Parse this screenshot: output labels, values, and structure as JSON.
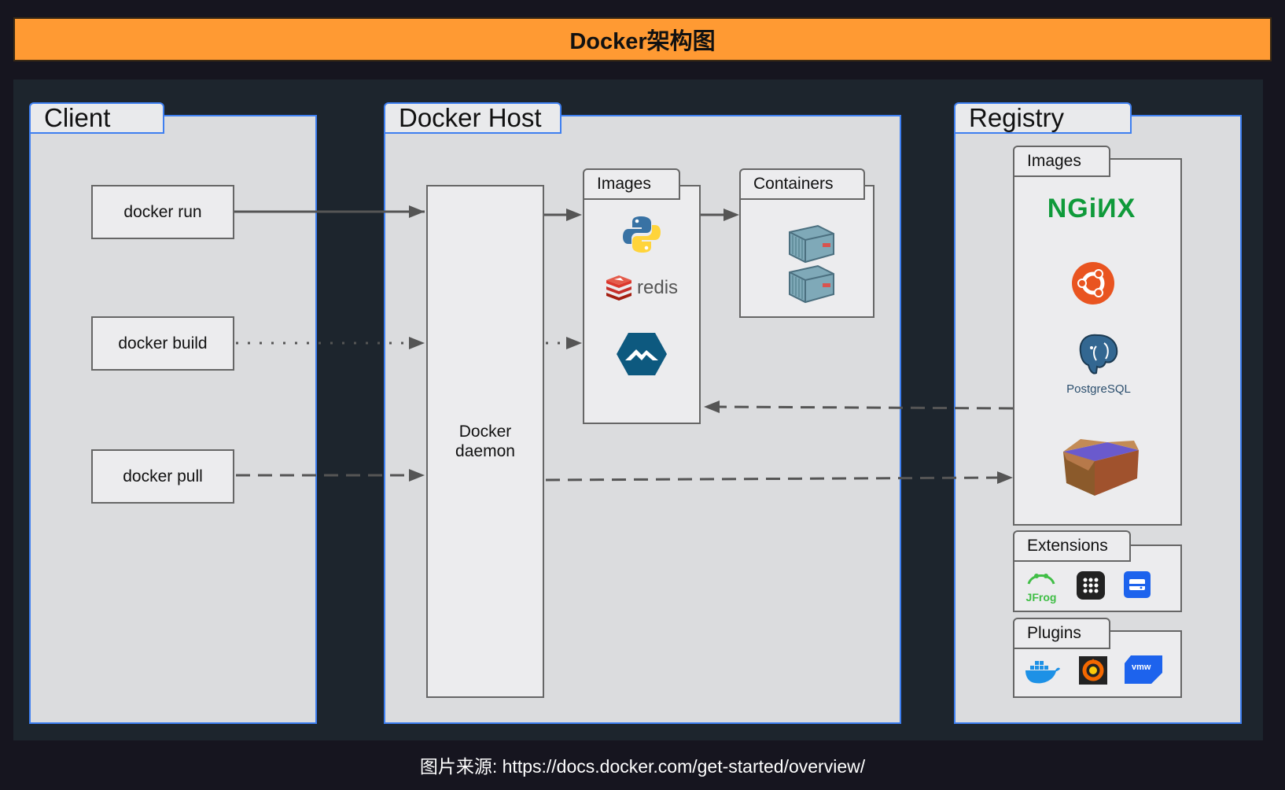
{
  "title": "Docker架构图",
  "caption": "图片来源: https://docs.docker.com/get-started/overview/",
  "client": {
    "label": "Client",
    "commands": [
      "docker run",
      "docker build",
      "docker pull"
    ]
  },
  "host": {
    "label": "Docker Host",
    "daemon": "Docker\ndaemon",
    "images_label": "Images",
    "containers_label": "Containers",
    "redis_text": "redis"
  },
  "registry": {
    "label": "Registry",
    "images_label": "Images",
    "nginx_text": "NGiИX",
    "postgres_text": "PostgreSQL",
    "extensions_label": "Extensions",
    "jfrog_text": "JFrog",
    "plugins_label": "Plugins",
    "vmw_text": "vmw"
  },
  "colors": {
    "banner": "#ff9a33",
    "panel_border": "#3e7ff0",
    "panel_bg": "#dbdcde",
    "nginx": "#0f9a3a",
    "ubuntu": "#e95420",
    "docker_blue": "#1d63ed"
  },
  "icons": [
    "python-icon",
    "redis-icon",
    "alpine-icon",
    "container-icon",
    "nginx-logo",
    "ubuntu-icon",
    "postgresql-icon",
    "package-box-icon",
    "jfrog-icon",
    "dots-grid-icon",
    "drive-icon",
    "docker-whale-icon",
    "grafana-icon",
    "vmware-icon"
  ]
}
